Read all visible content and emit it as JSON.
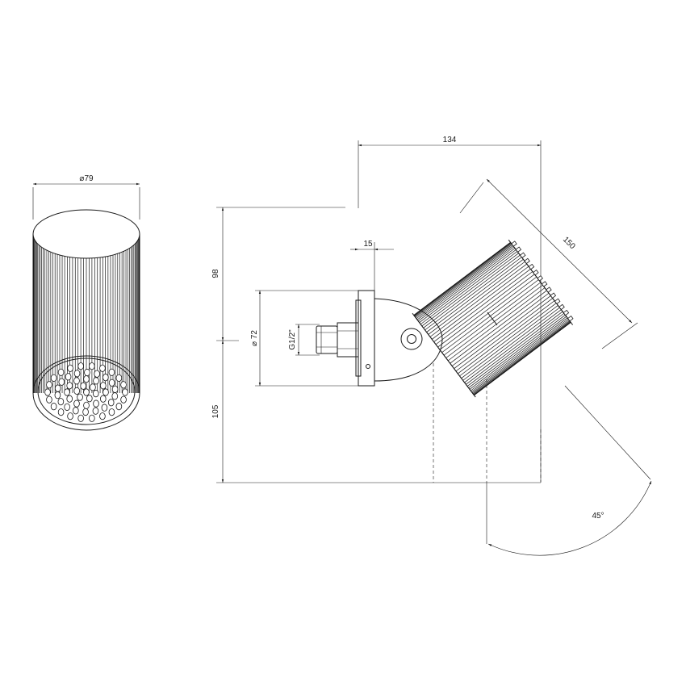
{
  "dimensions": {
    "diameter_body": "⌀79",
    "width_total": "134",
    "wall_plate_depth": "15",
    "height_upper": "98",
    "height_lower": "105",
    "diameter_plate": "⌀ 72",
    "thread": "G1/2\"",
    "length_body": "150",
    "tilt_angle": "45°"
  },
  "colors": {
    "line": "#1a1a1a",
    "background": "#ffffff"
  }
}
